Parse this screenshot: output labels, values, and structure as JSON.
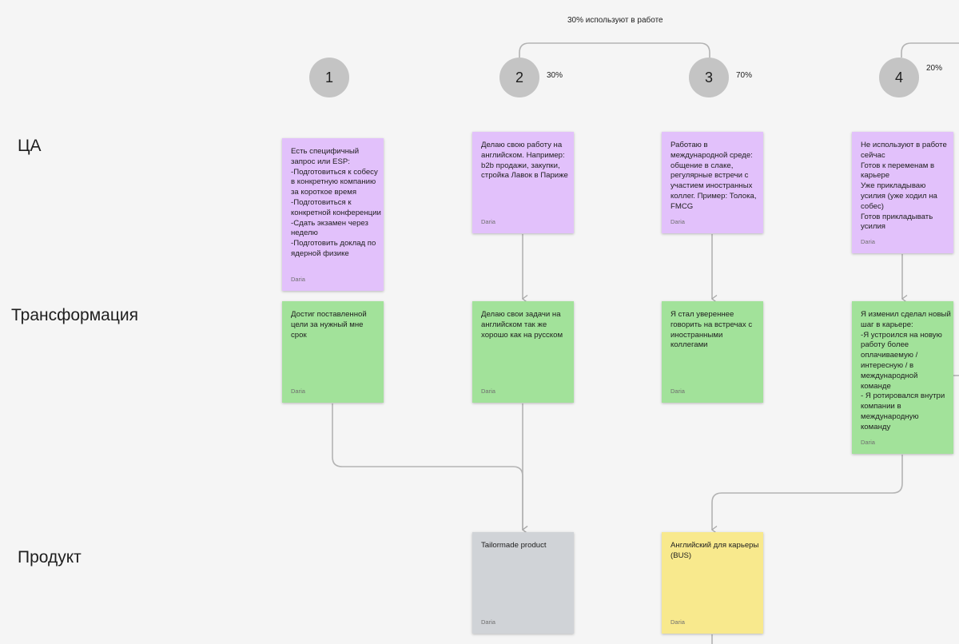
{
  "board": {
    "top_note": "30% используют в работе",
    "row_labels": {
      "ca": "ЦА",
      "transformation": "Трансформация",
      "product": "Продукт"
    },
    "columns": [
      {
        "number": "1",
        "percent": ""
      },
      {
        "number": "2",
        "percent": "30%"
      },
      {
        "number": "3",
        "percent": "70%"
      },
      {
        "number": "4",
        "percent": "20%"
      }
    ],
    "stickies": {
      "ca1": {
        "lines": [
          "Есть специфичный",
          "запрос или ESP:",
          "-Подготовиться к собесу",
          "в конкретную компанию",
          "за короткое время",
          "-Подготовиться к",
          "конкретной конференции",
          "-Сдать экзамен через",
          "неделю",
          "-Подготовить доклад по",
          "ядерной физике"
        ],
        "author": "Daria"
      },
      "ca2": {
        "lines": [
          "Делаю свою работу на",
          "английском. Например:",
          "b2b продажи, закупки,",
          "стройка Лавок в Париже"
        ],
        "author": "Daria"
      },
      "ca3": {
        "lines": [
          "Работаю в",
          "международной среде:",
          "общение в слаке,",
          "регулярные встречи с",
          "участием иностранных",
          "коллег. Пример: Толока,",
          "FMCG"
        ],
        "author": "Daria"
      },
      "ca4": {
        "lines": [
          "Не используют в работе",
          "сейчас",
          "Готов к переменам в",
          "карьере",
          "Уже прикладываю",
          "усилия (уже ходил на",
          "собес)",
          "Готов прикладывать",
          "усилия"
        ],
        "author": "Daria"
      },
      "tr1": {
        "lines": [
          "Достиг поставленной",
          "цели за нужный мне",
          "срок"
        ],
        "author": "Daria"
      },
      "tr2": {
        "lines": [
          "Делаю свои задачи на",
          "английском так же",
          "хорошо как на русском"
        ],
        "author": "Daria"
      },
      "tr3": {
        "lines": [
          "Я стал увереннее",
          "говорить на встречах с",
          "иностранными",
          "коллегами"
        ],
        "author": "Daria"
      },
      "tr4": {
        "lines": [
          "Я изменил сделал новый",
          "шаг в карьере:",
          "-Я устроился на новую",
          "работу более",
          "оплачиваемую /",
          "интересную / в",
          "международной",
          "команде",
          "- Я ротировался внутри",
          "компании в",
          "международную",
          "команду"
        ],
        "author": "Daria"
      },
      "pr1": {
        "lines": [
          "Tailormade product"
        ],
        "author": "Daria"
      },
      "pr2": {
        "lines": [
          "Английский для карьеры",
          "(BUS)"
        ],
        "author": "Daria"
      }
    }
  }
}
